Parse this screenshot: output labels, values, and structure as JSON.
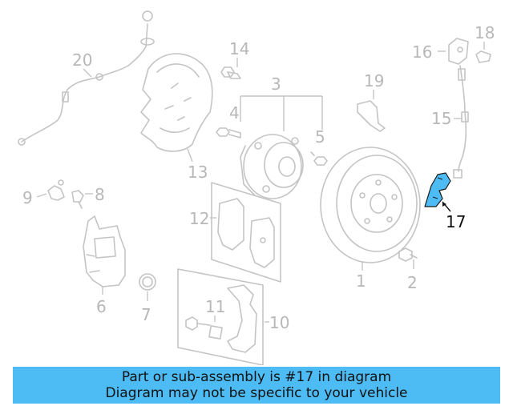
{
  "diagram": {
    "callouts": {
      "c1": "1",
      "c2": "2",
      "c3": "3",
      "c4": "4",
      "c5": "5",
      "c6": "6",
      "c7": "7",
      "c8": "8",
      "c9": "9",
      "c10": "10",
      "c11": "11",
      "c12": "12",
      "c13": "13",
      "c14": "14",
      "c15": "15",
      "c16": "16",
      "c17": "17",
      "c18": "18",
      "c19": "19",
      "c20": "20"
    },
    "highlighted_part": "17",
    "colors": {
      "line_gray": "#c4c4c4",
      "highlight_fill": "#4dbcf5",
      "highlight_text": "#111111"
    }
  },
  "banner": {
    "line1": "Part or sub-assembly is #17 in diagram",
    "line2": "Diagram may not be specific to your vehicle",
    "color": "#4dbcf5"
  }
}
